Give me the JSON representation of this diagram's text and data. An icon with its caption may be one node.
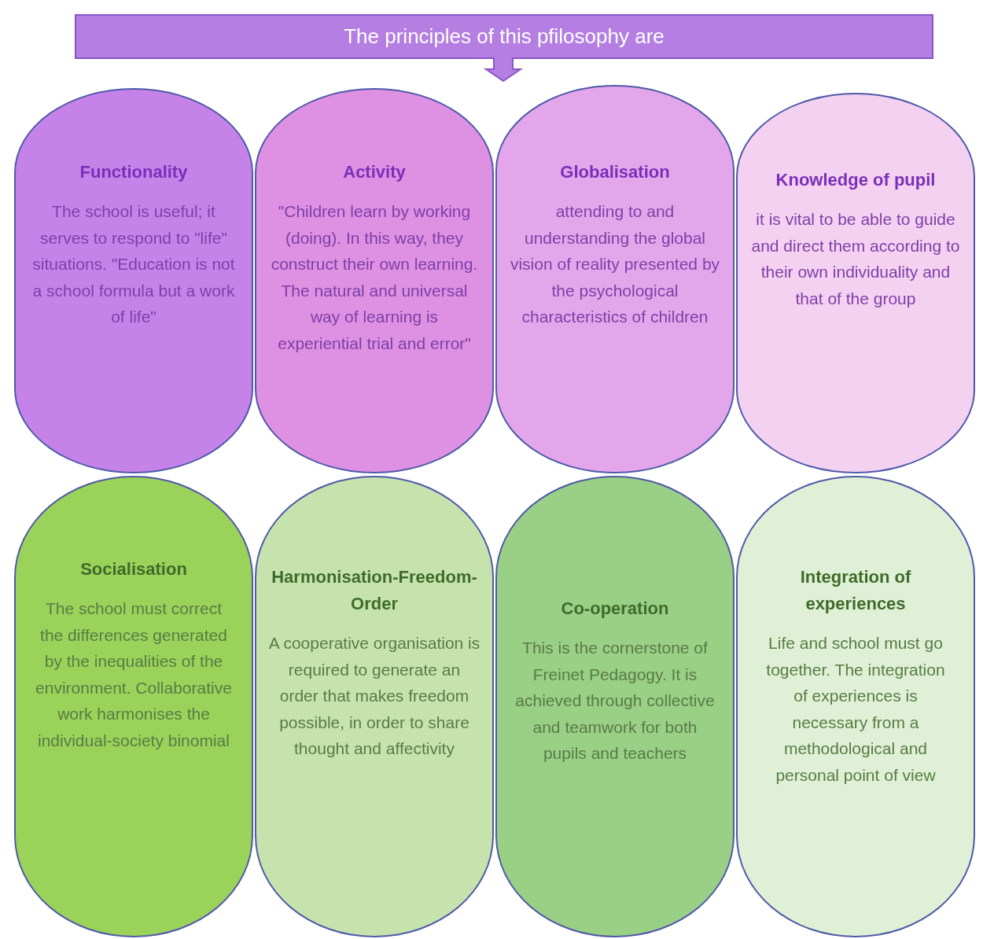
{
  "diagram": {
    "nodes": [
      {
        "text": [
          "The principles of this pfilosophy are"
        ]
      },
      {
        "text": [
          "Functionality",
          "The school is useful; it serves to respond to \"life\" situations. \"Education is not a school formula but a work of life\""
        ]
      },
      {
        "text": [
          "Activity",
          "\"Children learn by working (doing). In this way, they construct their own learning. The natural and universal way of learning is experiential trial and error\""
        ]
      },
      {
        "text": [
          "Globalisation",
          "attending to and understanding the global vision of reality presented by the psychological characteristics of children"
        ]
      },
      {
        "text": [
          "Knowledge of pupil",
          "it is vital to be able to guide and direct them according to their own individuality and that of the group"
        ]
      },
      {
        "text": [
          "Socialisation",
          "The school must correct the differences generated by the inequalities of the environment. Collaborative work harmonises the individual-society binomial"
        ]
      },
      {
        "text": [
          "Harmonisation-Freedom-Order",
          "A cooperative organisation is required to generate an order that makes freedom possible, in order to share thought and affectivity"
        ]
      },
      {
        "text": [
          "Co-operation",
          "This is the cornerstone of Freinet Pedagogy. It is achieved through collective and teamwork for both pupils and teachers"
        ]
      },
      {
        "text": [
          "Integration of experiences",
          "Life and school must go together. The integration of experiences is necessary from a methodological and personal point of view"
        ]
      }
    ]
  }
}
